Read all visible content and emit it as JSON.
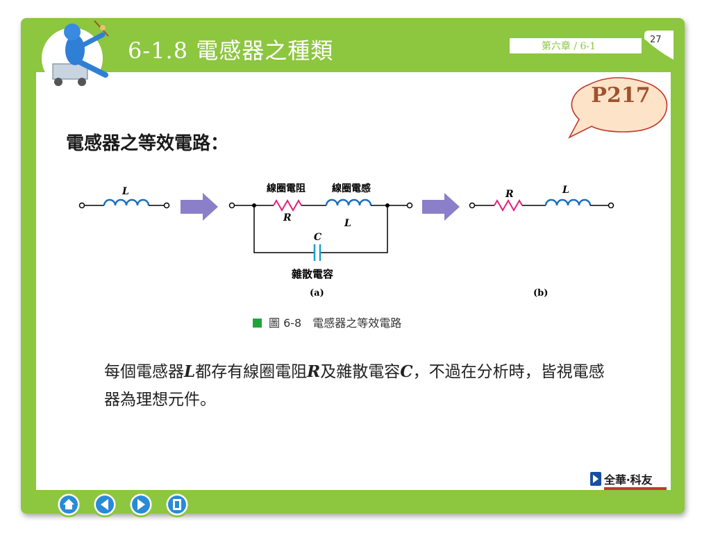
{
  "slide": {
    "title": "6-1.8 電感器之種類",
    "chapter": "第六章 / 6-1",
    "page_number": "27",
    "callout": "P217"
  },
  "section": {
    "heading": "電感器之等效電路："
  },
  "figure": {
    "labels": {
      "inductor_a1": "L",
      "coil_resistance": "線圈電阻",
      "coil_inductance": "線圈電感",
      "resistor_r": "R",
      "inductor_l": "L",
      "capacitor_c": "C",
      "stray_capacitance": "雜散電容",
      "part_a": "(a)",
      "resistor_b": "R",
      "inductor_b": "L",
      "part_b": "(b)"
    },
    "caption": "圖 6-8　電感器之等效電路",
    "caption_color": "#22a33a"
  },
  "body": {
    "t1": "每個電感器",
    "v1": "L",
    "t2": "都存有線圈電阻",
    "v2": "R",
    "t3": "及雜散電容",
    "v3": "C",
    "t4": "，不過在分析時，皆視電感器為理想元件。"
  },
  "brand": {
    "name": "全華‧科友"
  },
  "nav": {
    "home": "home-icon",
    "prev": "previous-icon",
    "next": "next-icon",
    "exit": "exit-icon"
  },
  "colors": {
    "frame_green": "#8dc63f",
    "resistor": "#e0207a",
    "inductor": "#1a6fc0",
    "capacitor": "#1aa0c8",
    "arrow": "#8a7fc8",
    "callout_fill": "#fde3c8",
    "callout_border": "#c0392b"
  }
}
